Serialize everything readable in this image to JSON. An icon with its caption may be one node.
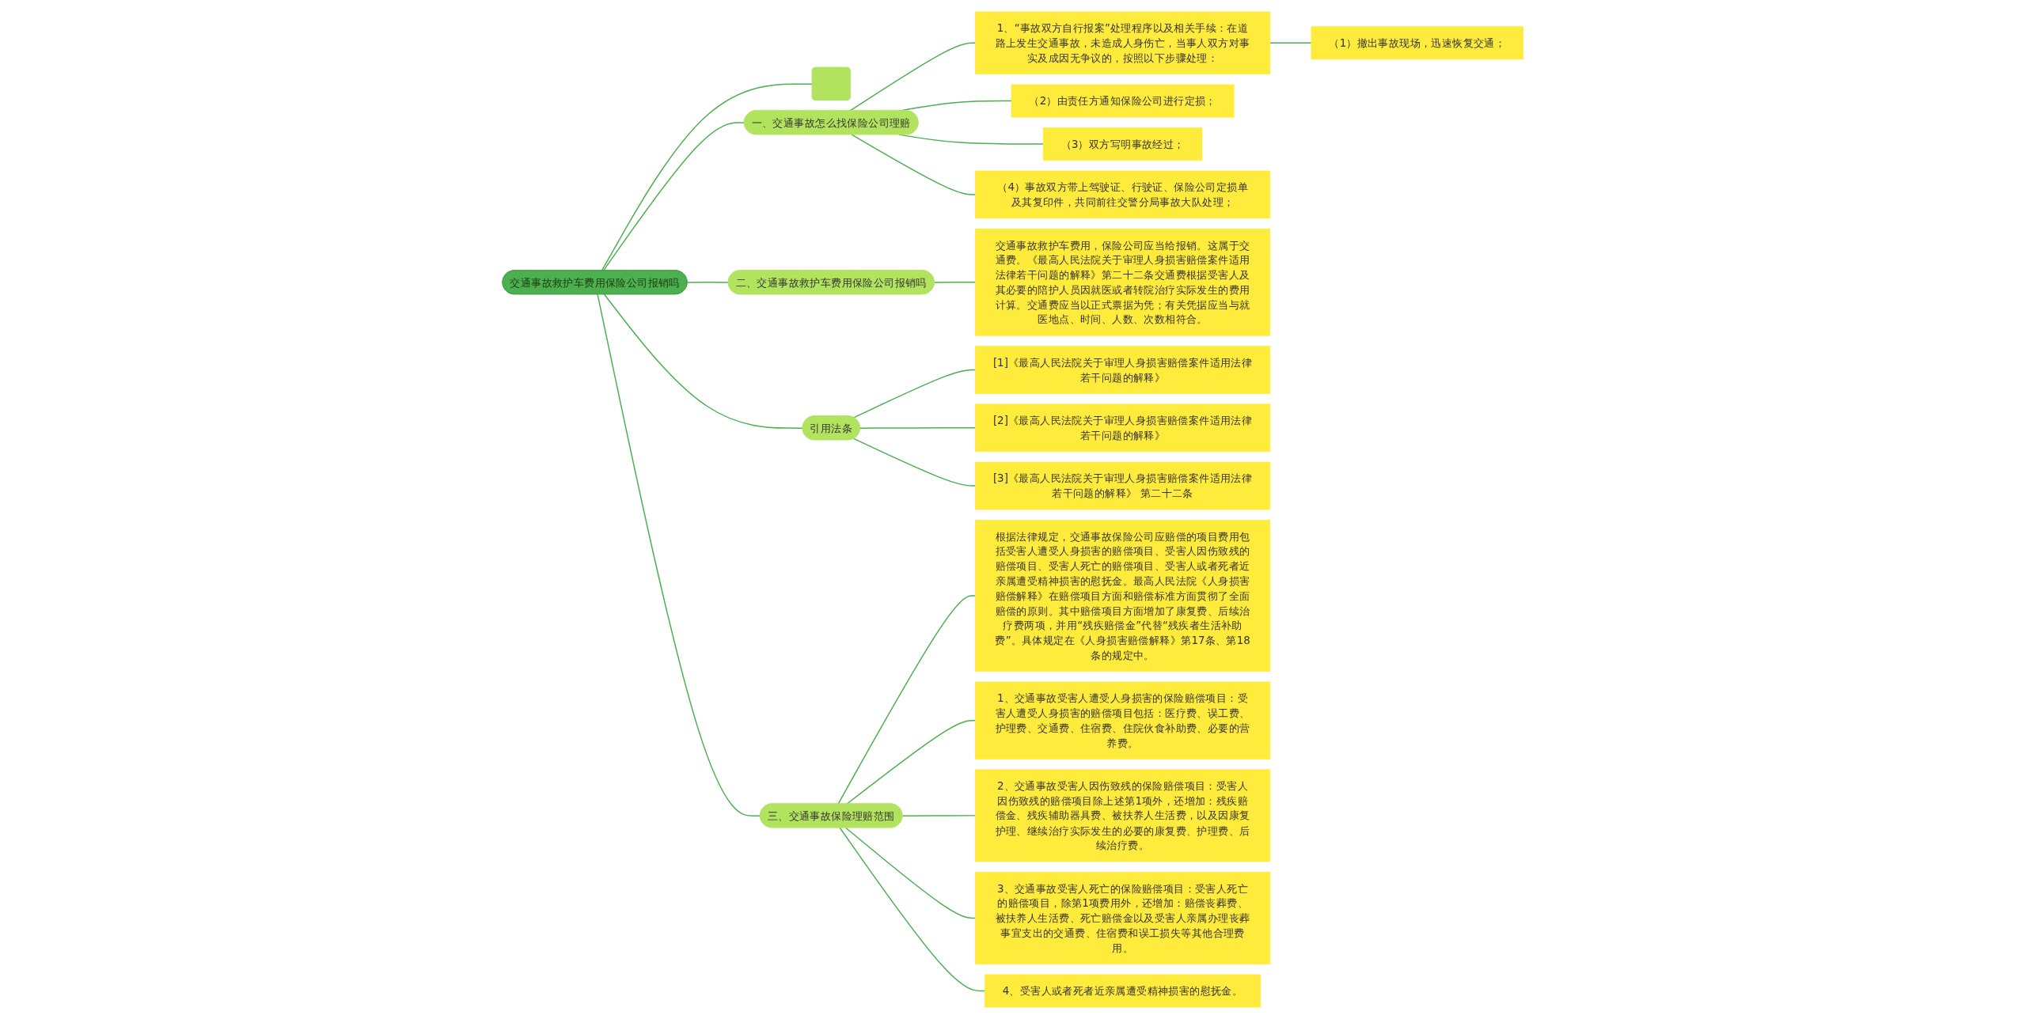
{
  "diagram": {
    "nodes": [
      {
        "text": [
          "交通事故救护车费用保险公司报销吗"
        ]
      },
      {
        "text": [],
        "shape": "box"
      },
      {
        "text": [
          "一、交通事故怎么找保险公司理赔"
        ]
      },
      {
        "text": [
          "1、“事故双方自行报案”处理程序以及相关手续：在道路上发生交通事故，未造成人身伤亡，当事人双方对事实及成因无争议的，按照以下步骤处理："
        ]
      },
      {
        "text": [
          "（1）撤出事故现场，迅速恢复交通；"
        ]
      },
      {
        "text": [
          "（2）由责任方通知保险公司进行定损；"
        ]
      },
      {
        "text": [
          "（3）双方写明事故经过；"
        ]
      },
      {
        "text": [
          "（4）事故双方带上驾驶证、行驶证、保险公司定损单及其复印件，共同前往交警分局事故大队处理；"
        ]
      },
      {
        "text": [
          "二、交通事故救护车费用保险公司报销吗"
        ]
      },
      {
        "text": [
          "交通事故救护车费用，保险公司应当给报销。这属于交通费。《最高人民法院关于审理人身损害赔偿案件适用法律若干问题的解释》第二十二条交通费根据受害人及其必要的陪护人员因就医或者转院治疗实际发生的费用计算。交通费应当以正式票据为凭；有关凭据应当与就医地点、时间、人数、次数相符合。"
        ]
      },
      {
        "text": [
          "引用法条"
        ]
      },
      {
        "text": [
          "[1]《最高人民法院关于审理人身损害赔偿案件适用法律若干问题的解释》"
        ]
      },
      {
        "text": [
          "[2]《最高人民法院关于审理人身损害赔偿案件适用法律若干问题的解释》"
        ]
      },
      {
        "text": [
          "[3]《最高人民法院关于审理人身损害赔偿案件适用法律若干问题的解释》 第二十二条"
        ]
      },
      {
        "text": [
          "三、交通事故保险理赔范围"
        ]
      },
      {
        "text": [
          "根据法律规定，交通事故保险公司应赔偿的项目费用包括受害人遭受人身损害的赔偿项目、受害人因伤致残的赔偿项目、受害人死亡的赔偿项目、受害人或者死者近亲属遭受精神损害的慰抚金。最高人民法院《人身损害赔偿解释》在赔偿项目方面和赔偿标准方面贯彻了全面赔偿的原则。其中赔偿项目方面增加了康复费、后续治疗费两项，并用“残疾赔偿金”代替“残疾者生活补助费”。具体规定在《人身损害赔偿解释》第17条、第18条的规定中。"
        ]
      },
      {
        "text": [
          "1、交通事故受害人遭受人身损害的保险赔偿项目：受害人遭受人身损害的赔偿项目包括：医疗费、误工费、护理费、交通费、住宿费、住院伙食补助费、必要的营养费。"
        ]
      },
      {
        "text": [
          "2、交通事故受害人因伤致残的保险赔偿项目：受害人因伤致残的赔偿项目除上述第1项外，还增加：残疾赔偿金、残疾辅助器具费、被扶养人生活费，以及因康复护理、继续治疗实际发生的必要的康复费、护理费、后续治疗费。"
        ]
      },
      {
        "text": [
          "3、交通事故受害人死亡的保险赔偿项目：受害人死亡的赔偿项目，除第1项费用外，还增加：赔偿丧葬费、被扶养人生活费、死亡赔偿金以及受害人亲属办理丧葬事宜支出的交通费、住宿费和误工损失等其他合理费用。"
        ]
      },
      {
        "text": [
          "4、受害人或者死者近亲属遭受精神损害的慰抚金。"
        ]
      }
    ],
    "edges": [
      {
        "from": 0,
        "to": 1,
        "arrow": "none"
      },
      {
        "from": 0,
        "to": 2,
        "arrow": "none"
      },
      {
        "from": 2,
        "to": 3,
        "arrow": "none"
      },
      {
        "from": 3,
        "to": 4,
        "arrow": "none"
      },
      {
        "from": 2,
        "to": 5,
        "arrow": "none"
      },
      {
        "from": 2,
        "to": 6,
        "arrow": "none"
      },
      {
        "from": 2,
        "to": 7,
        "arrow": "none"
      },
      {
        "from": 0,
        "to": 8,
        "arrow": "none"
      },
      {
        "from": 8,
        "to": 9,
        "arrow": "none"
      },
      {
        "from": 0,
        "to": 10,
        "arrow": "none"
      },
      {
        "from": 10,
        "to": 11,
        "arrow": "none"
      },
      {
        "from": 10,
        "to": 12,
        "arrow": "none"
      },
      {
        "from": 10,
        "to": 13,
        "arrow": "none"
      },
      {
        "from": 0,
        "to": 14,
        "arrow": "none"
      },
      {
        "from": 14,
        "to": 15,
        "arrow": "none"
      },
      {
        "from": 14,
        "to": 16,
        "arrow": "none"
      },
      {
        "from": 14,
        "to": 17,
        "arrow": "none"
      },
      {
        "from": 14,
        "to": 18,
        "arrow": "none"
      },
      {
        "from": 14,
        "to": 19,
        "arrow": "none"
      }
    ]
  }
}
